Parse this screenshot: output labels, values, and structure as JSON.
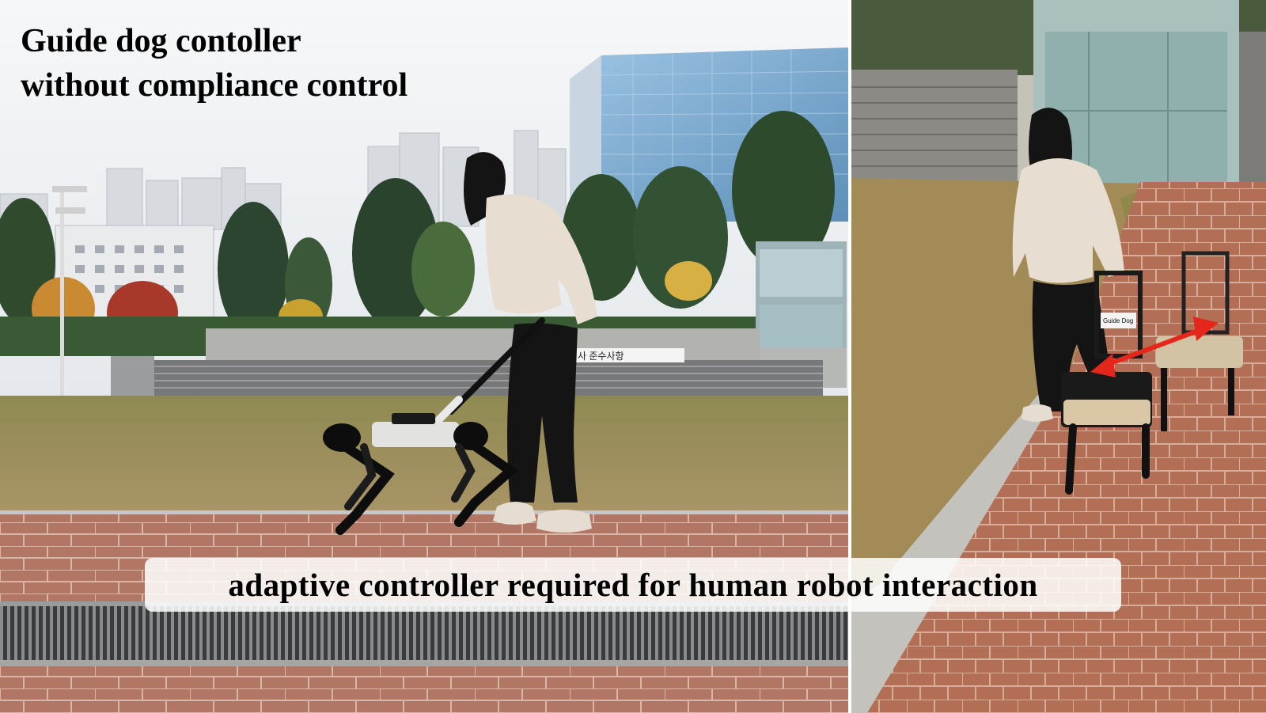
{
  "title": {
    "line1": "Guide dog contoller",
    "line2": "without compliance control"
  },
  "caption": "adaptive controller required for human robot interaction",
  "left_scene": {
    "description_icons": [
      "sky",
      "glass-building",
      "apartment-buildings",
      "trees",
      "stadium-steps",
      "lawn",
      "brick-path",
      "drain-grate",
      "person-walking",
      "quadruped-robot",
      "guide-handle"
    ],
    "banner_text": "사 준수사항"
  },
  "right_scene": {
    "description_icons": [
      "glass-stair-tower",
      "concrete-steps",
      "lawn",
      "brick-path",
      "person-walking",
      "quadruped-robot-front",
      "quadruped-robot-rear",
      "red-double-arrow"
    ],
    "robot_tag_text": "Guide Dog"
  },
  "colors": {
    "sky": "#eef0f2",
    "lawn": "#9c8b55",
    "brick": "#b07a63",
    "arrow": "#e4261b",
    "caption_bg": "#ffffff"
  }
}
